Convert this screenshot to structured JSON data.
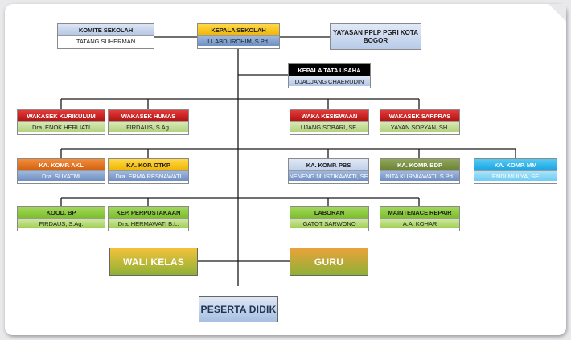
{
  "org": {
    "komite": {
      "title": "KOMITE SEKOLAH",
      "name": "TATANG SUHERMAN"
    },
    "kepala": {
      "title": "KEPALA SEKOLAH",
      "name": "U. ABDUROHIM, S.Pd."
    },
    "yayasan": {
      "line1": "YAYASAN PPLP PGRI KOTA",
      "line2": "BOGOR"
    },
    "tata_usaha": {
      "title": "KEPALA TATA USAHA",
      "name": "DJADJANG CHAERUDIN"
    },
    "wakasek_kurikulum": {
      "title": "WAKASEK KURIKULUM",
      "name": "Dra. ENOK HERLIATI"
    },
    "wakasek_humas": {
      "title": "WAKASEK HUMAS",
      "name": "FIRDAUS, S.Ag."
    },
    "waka_kesiswaan": {
      "title": "WAKA KESISWAAN",
      "name": "UJANG SOBARI, SE."
    },
    "wakasek_sarpras": {
      "title": "WAKASEK SARPRAS",
      "name": "YAYAN SOPYAN, SH."
    },
    "komp_akl": {
      "title": "KA. KOMP. AKL",
      "name": "Dra. SUYATMI"
    },
    "kop_otkp": {
      "title": "KA. KOP. OTKP",
      "name": "Dra. ERMA RESNAWATI"
    },
    "komp_pbs": {
      "title": "KA. KOMP. PBS",
      "name": "NENENG MUSTIKAWATI, SE"
    },
    "komp_bdp": {
      "title": "KA. KOMP. BDP",
      "name": "NITA KURNIAWATI, S.Pd."
    },
    "komp_mm": {
      "title": "KA. KOMP. MM",
      "name": "ENDI MULYA, SE"
    },
    "kood_bp": {
      "title": "KOOD. BP",
      "name": "FIRDAUS, S.Ag."
    },
    "perpustakaan": {
      "title": "KEP. PERPUSTAKAAN",
      "name": "Dra. HERMAWATI B.L."
    },
    "laboran": {
      "title": "LABORAN",
      "name": "GATOT SARWONO"
    },
    "maintenance": {
      "title": "MAINTENACE REPAIR",
      "name": "A.A. KOHAR"
    },
    "wali_kelas": "WALI KELAS",
    "guru": "GURU",
    "peserta_didik": "PESERTA DIDIK"
  },
  "colors": {
    "line": "#1a1a1a",
    "red": "#c21a1a",
    "orange": "#e06a1b",
    "yellow": "#f5c000",
    "olive": "#7a9242",
    "cyan": "#27aee8",
    "green": "#8dc63f",
    "navy_blue": "#7f9ccf"
  }
}
